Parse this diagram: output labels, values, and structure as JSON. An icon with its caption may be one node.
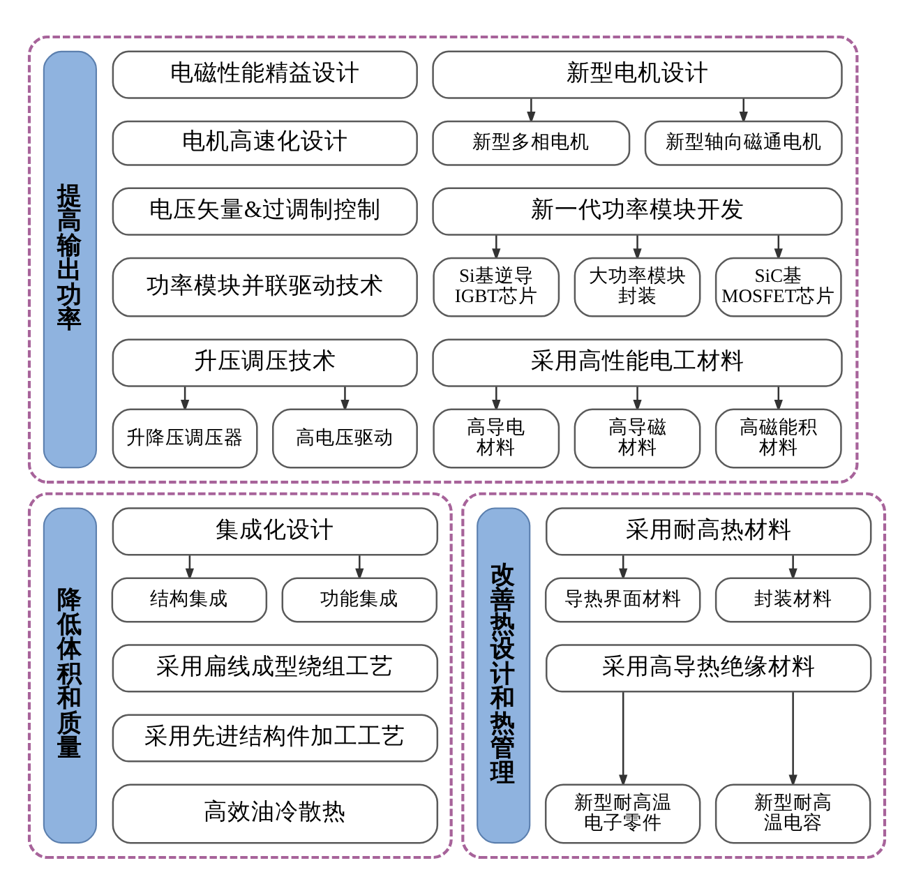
{
  "diagram": {
    "nodes": [
      {
        "text": [],
        "shape": "box"
      },
      {
        "text": [
          "提高输出功率"
        ],
        "in": 0
      },
      {
        "text": [
          "电磁性能精益设计"
        ],
        "in": 0
      },
      {
        "text": [
          "电机高速化设计"
        ],
        "in": 0
      },
      {
        "text": [
          "电压矢量&过调制控制"
        ],
        "in": 0
      },
      {
        "text": [
          "功率模块并联驱动技术"
        ],
        "in": 0
      },
      {
        "text": [
          "升压调压技术"
        ],
        "in": 0
      },
      {
        "text": [
          "升降压调压器"
        ],
        "in": 0
      },
      {
        "text": [
          "高电压驱动"
        ],
        "in": 0
      },
      {
        "text": [
          "新型电机设计"
        ],
        "in": 0
      },
      {
        "text": [
          "新型多相电机"
        ],
        "in": 0
      },
      {
        "text": [
          "新型轴向磁通电机"
        ],
        "in": 0
      },
      {
        "text": [
          "新一代功率模块开发"
        ],
        "in": 0
      },
      {
        "text": [
          "Si基逆导IGBT芯片"
        ],
        "in": 0
      },
      {
        "text": [
          "大功率模块封装"
        ],
        "in": 0
      },
      {
        "text": [
          "SiC基MOSFET芯片"
        ],
        "in": 0
      },
      {
        "text": [
          "采用高性能电工材料"
        ],
        "in": 0
      },
      {
        "text": [
          "高导电材料"
        ],
        "in": 0
      },
      {
        "text": [
          "高导磁材料"
        ],
        "in": 0
      },
      {
        "text": [
          "高磁能积材料"
        ],
        "in": 0
      },
      {
        "text": [],
        "shape": "box"
      },
      {
        "text": [
          "降低体积和质量"
        ],
        "in": 20
      },
      {
        "text": [
          "集成化设计"
        ],
        "in": 20
      },
      {
        "text": [
          "结构集成"
        ],
        "in": 20
      },
      {
        "text": [
          "功能集成"
        ],
        "in": 20
      },
      {
        "text": [
          "采用扁线成型绕组工艺"
        ],
        "in": 20
      },
      {
        "text": [
          "采用先进结构件加工工艺"
        ],
        "in": 20
      },
      {
        "text": [
          "高效油冷散热"
        ],
        "in": 20
      },
      {
        "text": [],
        "shape": "box"
      },
      {
        "text": [
          "改善热设计和热管理"
        ],
        "in": 28
      },
      {
        "text": [
          "采用耐高热材料"
        ],
        "in": 28
      },
      {
        "text": [
          "导热界面材料"
        ],
        "in": 28
      },
      {
        "text": [
          "封装材料"
        ],
        "in": 28
      },
      {
        "text": [
          "采用高导热绝缘材料"
        ],
        "in": 28
      },
      {
        "text": [
          "新型耐高温电子零件"
        ],
        "in": 28
      },
      {
        "text": [
          "新型耐高温电容"
        ],
        "in": 28
      }
    ],
    "edges": [
      {
        "from": 6,
        "to": 7,
        "arrow": "to"
      },
      {
        "from": 6,
        "to": 8,
        "arrow": "to"
      },
      {
        "from": 9,
        "to": 10,
        "arrow": "to"
      },
      {
        "from": 9,
        "to": 11,
        "arrow": "to"
      },
      {
        "from": 12,
        "to": 13,
        "arrow": "to"
      },
      {
        "from": 12,
        "to": 14,
        "arrow": "to"
      },
      {
        "from": 12,
        "to": 15,
        "arrow": "to"
      },
      {
        "from": 16,
        "to": 17,
        "arrow": "to"
      },
      {
        "from": 16,
        "to": 18,
        "arrow": "to"
      },
      {
        "from": 16,
        "to": 19,
        "arrow": "to"
      },
      {
        "from": 22,
        "to": 23,
        "arrow": "to"
      },
      {
        "from": 22,
        "to": 24,
        "arrow": "to"
      },
      {
        "from": 30,
        "to": 31,
        "arrow": "to"
      },
      {
        "from": 30,
        "to": 32,
        "arrow": "to"
      },
      {
        "from": 33,
        "to": 34,
        "arrow": "to"
      },
      {
        "from": 33,
        "to": 35,
        "arrow": "to"
      }
    ]
  }
}
